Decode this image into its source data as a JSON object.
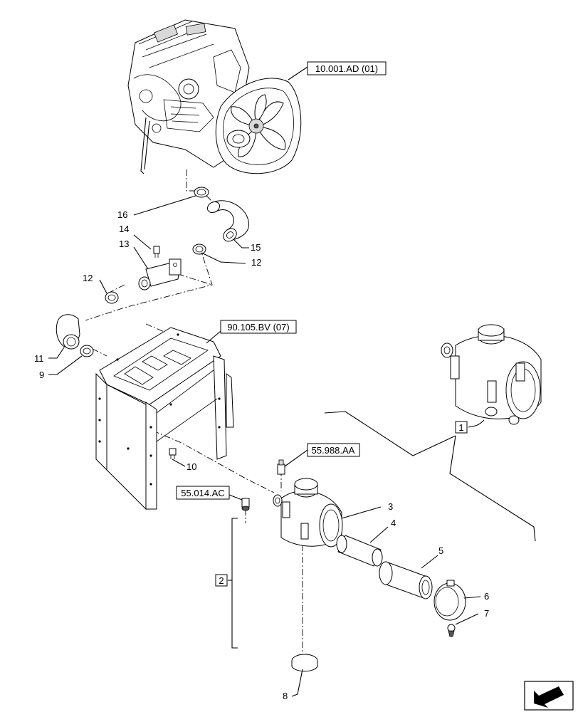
{
  "references": {
    "engine": "10.001.AD (01)",
    "frame": "90.105.BV (07)",
    "sensor": "55.988.AA",
    "valve": "55.014.AC"
  },
  "callouts": {
    "c1": "1",
    "c2": "2",
    "c3": "3",
    "c4": "4",
    "c5": "5",
    "c6": "6",
    "c7": "7",
    "c8": "8",
    "c9": "9",
    "c10": "10",
    "c11": "11",
    "c12a": "12",
    "c12b": "12",
    "c13": "13",
    "c14": "14",
    "c15": "15",
    "c16": "16"
  },
  "icons": {
    "nav": "arrow-down-left-icon"
  }
}
